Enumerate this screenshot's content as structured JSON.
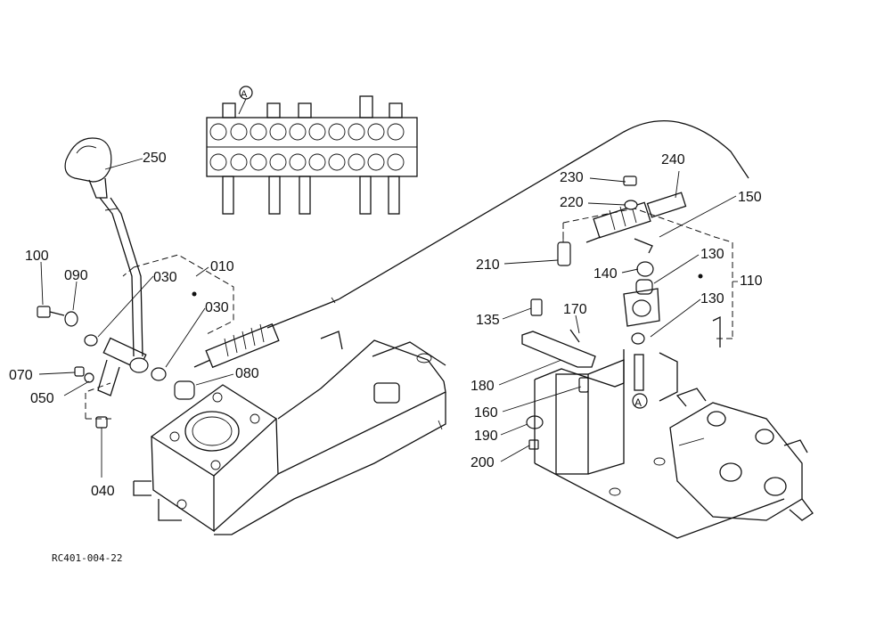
{
  "drawing_code": "RC401-004-22",
  "callout_letter": "A",
  "part_numbers": [
    {
      "id": "p250",
      "label": "250"
    },
    {
      "id": "p100",
      "label": "100"
    },
    {
      "id": "p090",
      "label": "090"
    },
    {
      "id": "p030a",
      "label": "030"
    },
    {
      "id": "p010",
      "label": "010"
    },
    {
      "id": "p030b",
      "label": "030"
    },
    {
      "id": "p080",
      "label": "080"
    },
    {
      "id": "p070",
      "label": "070"
    },
    {
      "id": "p050",
      "label": "050"
    },
    {
      "id": "p040",
      "label": "040"
    },
    {
      "id": "p230",
      "label": "230"
    },
    {
      "id": "p240",
      "label": "240"
    },
    {
      "id": "p220",
      "label": "220"
    },
    {
      "id": "p150",
      "label": "150"
    },
    {
      "id": "p210",
      "label": "210"
    },
    {
      "id": "p140",
      "label": "140"
    },
    {
      "id": "p130a",
      "label": "130"
    },
    {
      "id": "p110",
      "label": "110"
    },
    {
      "id": "p135",
      "label": "135"
    },
    {
      "id": "p170",
      "label": "170"
    },
    {
      "id": "p130b",
      "label": "130"
    },
    {
      "id": "p180",
      "label": "180"
    },
    {
      "id": "p160",
      "label": "160"
    },
    {
      "id": "p190",
      "label": "190"
    },
    {
      "id": "p200",
      "label": "200"
    }
  ]
}
